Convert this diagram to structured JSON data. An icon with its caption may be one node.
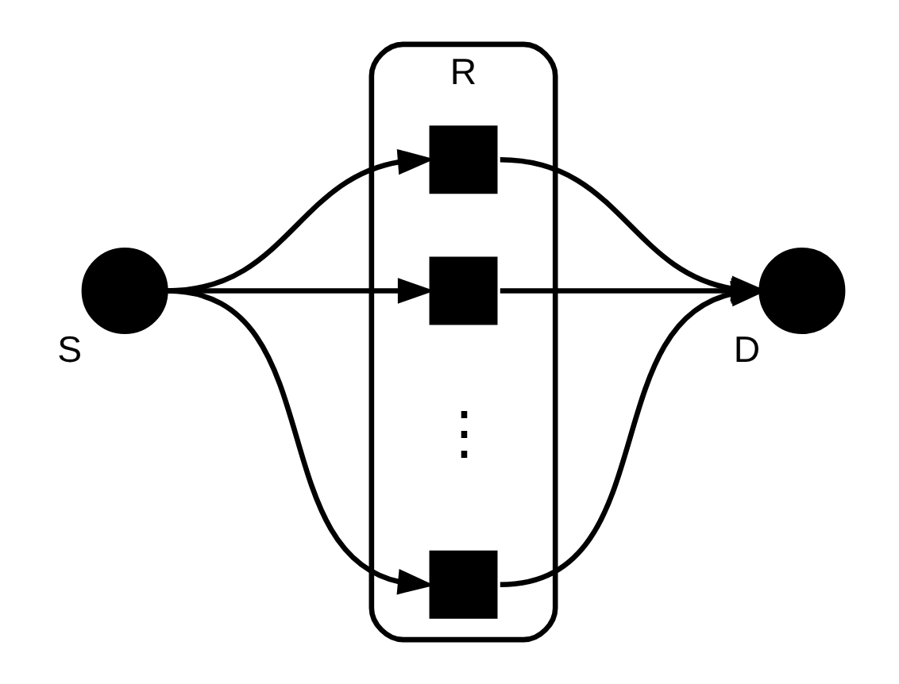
{
  "diagram": {
    "nodes": [
      {
        "text": [],
        "shape": "circle",
        "beside": [
          "S"
        ]
      },
      {
        "text": [
          "R"
        ]
      },
      {
        "text": [],
        "shape": "box",
        "in": 1
      },
      {
        "text": [],
        "shape": "box",
        "in": 1
      },
      {
        "text": [],
        "shape": "box",
        "in": 1
      },
      {
        "text": [],
        "shape": "circle",
        "beside": [
          "D"
        ]
      }
    ],
    "edges": [
      {
        "from": 0,
        "to": 2,
        "arrow": "to"
      },
      {
        "from": 0,
        "to": 3,
        "arrow": "to"
      },
      {
        "from": 0,
        "to": 4,
        "arrow": "to"
      },
      {
        "from": 2,
        "to": 5,
        "arrow": "to"
      },
      {
        "from": 3,
        "to": 5,
        "arrow": "to"
      },
      {
        "from": 4,
        "to": 5,
        "arrow": "to"
      }
    ],
    "labels": [
      "⋮"
    ]
  }
}
